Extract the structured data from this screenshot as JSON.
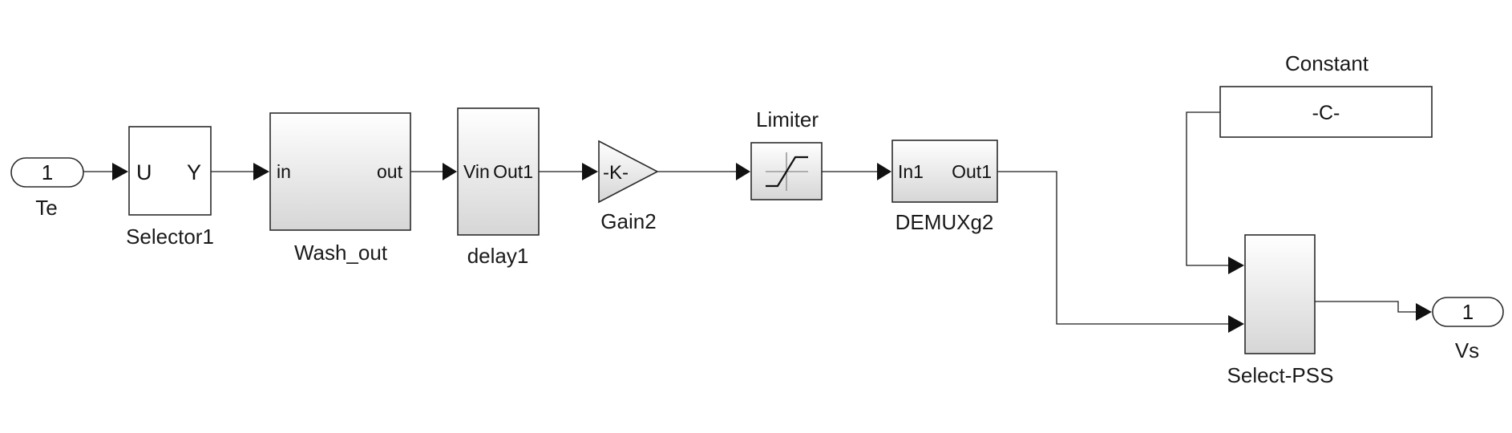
{
  "diagram": {
    "inport": {
      "number": "1",
      "name": "Te"
    },
    "selector": {
      "name": "Selector1",
      "port_u": "U",
      "port_y": "Y"
    },
    "washout": {
      "name": "Wash_out",
      "port_in": "in",
      "port_out": "out"
    },
    "delay": {
      "name": "delay1",
      "port_in": "Vin",
      "port_out": "Out1"
    },
    "gain": {
      "name": "Gain2",
      "value": "-K-"
    },
    "limiter": {
      "name": "Limiter"
    },
    "demux": {
      "name": "DEMUXg2",
      "port_in": "In1",
      "port_out": "Out1"
    },
    "constant": {
      "name": "Constant",
      "value": "-C-"
    },
    "select_pss": {
      "name": "Select-PSS"
    },
    "outport": {
      "number": "1",
      "name": "Vs"
    }
  },
  "colors": {
    "block_gradient_top": "#ffffff",
    "block_gradient_bottom": "#d9d9d9",
    "line": "#1a1a1a"
  }
}
